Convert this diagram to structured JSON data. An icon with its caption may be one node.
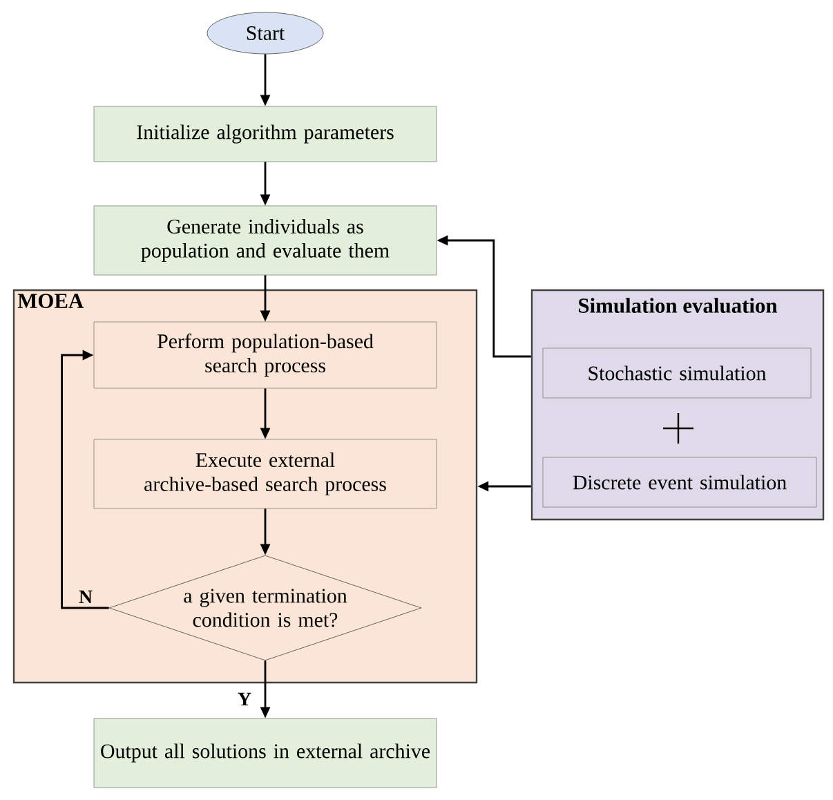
{
  "diagram": {
    "nodes": [
      {
        "text": [
          "Start"
        ]
      },
      {
        "text": [
          "Initialize algorithm parameters"
        ]
      },
      {
        "text": [
          "Generate individuals as population and evaluate them"
        ]
      },
      {
        "text": [
          "MOEA"
        ]
      },
      {
        "text": [
          "Perform population-based search process"
        ],
        "in": 3
      },
      {
        "text": [
          "Execute external archive-based search process"
        ],
        "in": 3
      },
      {
        "text": [
          "a given termination condition is met?"
        ],
        "in": 3
      },
      {
        "text": [
          "Output all solutions in external archive"
        ]
      },
      {
        "text": [
          "Simulation evaluation"
        ]
      },
      {
        "text": [
          "Stochastic simulation"
        ],
        "in": 8
      },
      {
        "text": [
          "Discrete event simulation"
        ],
        "in": 8
      }
    ],
    "edges": [
      {
        "from": 0,
        "to": 1,
        "arrow": "to"
      },
      {
        "from": 1,
        "to": 2,
        "arrow": "to"
      },
      {
        "from": 2,
        "to": 4,
        "arrow": "to"
      },
      {
        "from": 4,
        "to": 5,
        "arrow": "to"
      },
      {
        "from": 5,
        "to": 6,
        "arrow": "to"
      },
      {
        "from": 6,
        "to": 4,
        "arrow": "to",
        "label": "N"
      },
      {
        "from": 6,
        "to": 7,
        "arrow": "to",
        "label": "Y"
      },
      {
        "from": 8,
        "to": 2,
        "arrow": "to"
      },
      {
        "from": 8,
        "to": 3,
        "arrow": "to"
      }
    ]
  }
}
